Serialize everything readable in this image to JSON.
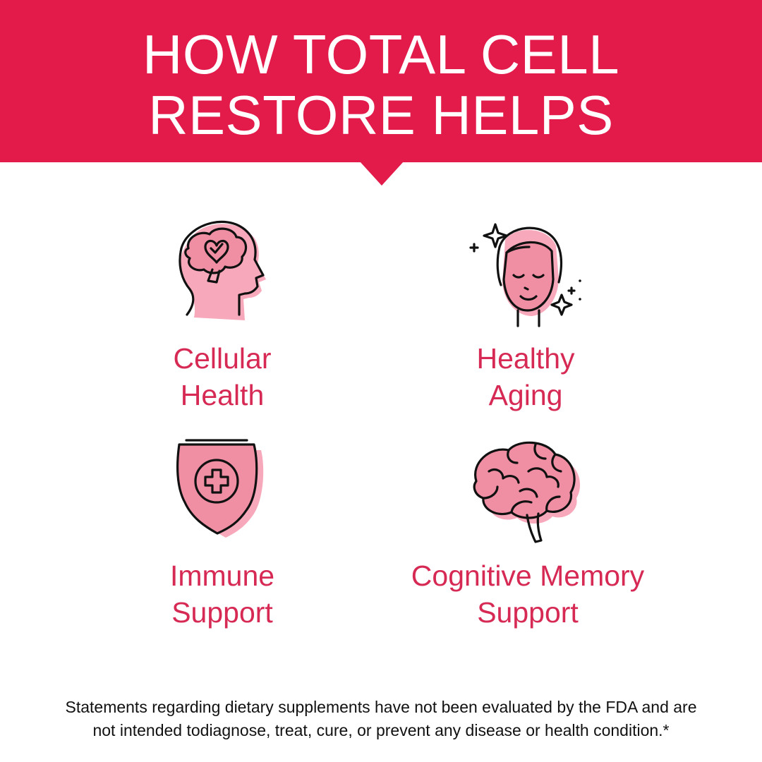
{
  "header": {
    "title_line1": "HOW TOTAL CELL",
    "title_line2": "RESTORE HELPS"
  },
  "benefits": [
    {
      "icon": "head-heart-brain-icon",
      "line1": "Cellular",
      "line2": "Health"
    },
    {
      "icon": "glowing-face-icon",
      "line1": "Healthy",
      "line2": "Aging"
    },
    {
      "icon": "shield-plus-icon",
      "line1": "Immune",
      "line2": "Support"
    },
    {
      "icon": "brain-icon",
      "line1": "Cognitive Memory",
      "line2": "Support"
    }
  ],
  "disclaimer": {
    "line1": "Statements regarding dietary supplements have not been evaluated by the FDA and are",
    "line2": "not intended todiagnose, treat, cure, or prevent any disease or health condition.*"
  },
  "colors": {
    "banner": "#e21b4b",
    "label": "#d62a55",
    "icon_fill": "#f08ea4",
    "icon_stroke": "#111111",
    "background": "#ffffff"
  }
}
